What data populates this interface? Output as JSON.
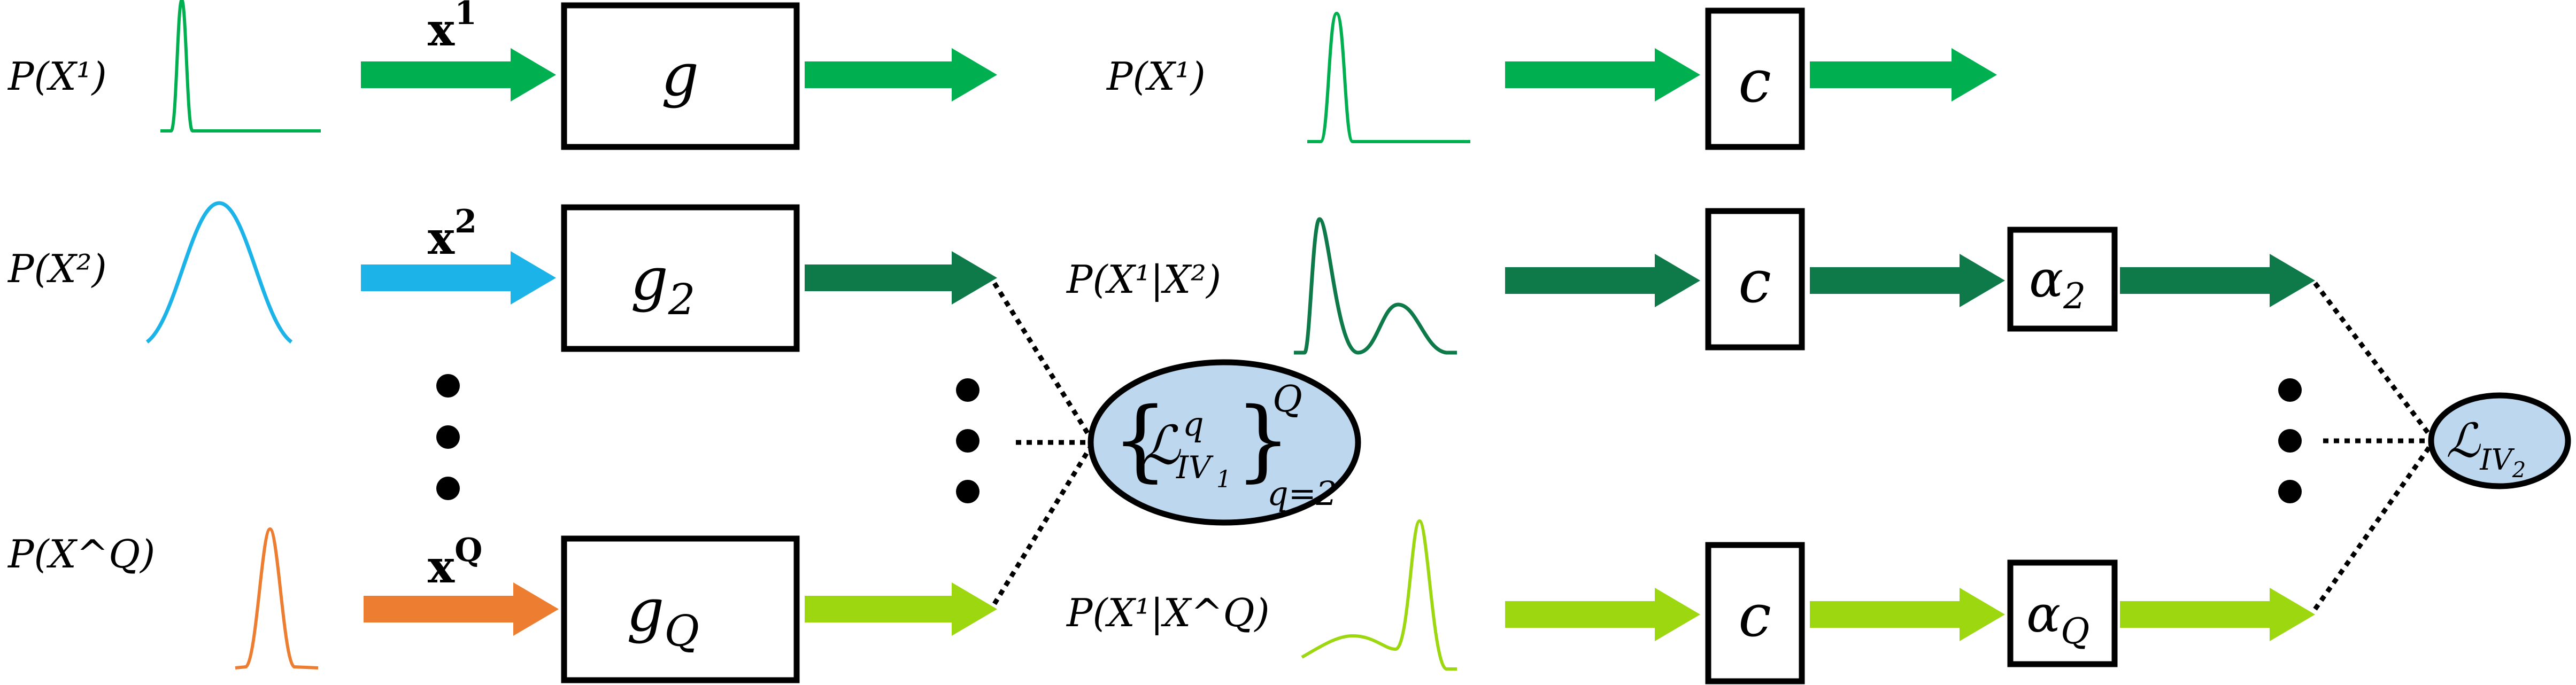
{
  "colors": {
    "view1": "#00b050",
    "view2_input": "#1cb3e8",
    "viewQ_input": "#ed7d31",
    "dark_green": "#0e7a4a",
    "light_green": "#9cd70f",
    "ellipse_fill": "#bdd7ee",
    "box_stroke": "#000000"
  },
  "left_column": {
    "row1": {
      "distribution": "P(X¹)",
      "view_label": "x",
      "view_sup": "1",
      "encoder": "g"
    },
    "row2": {
      "distribution": "P(X²)",
      "view_label": "x",
      "view_sup": "2",
      "encoder": "g",
      "encoder_sub": "2"
    },
    "rowQ": {
      "distribution": "P(X^Q)",
      "view_label": "x",
      "view_sup": "Q",
      "encoder": "g",
      "encoder_sub": "Q"
    }
  },
  "middle_column": {
    "row1": {
      "distribution": "P(X¹)"
    },
    "row2": {
      "distribution": "P(X¹|X²)"
    },
    "rowQ": {
      "distribution": "P(X¹|X^Q)"
    }
  },
  "loss1": {
    "symbol": "ℒ",
    "sup": "q",
    "sub": "IV",
    "sub2": "1",
    "outer_sup": "Q",
    "outer_sub": "q=2"
  },
  "classifier": {
    "label": "c"
  },
  "weights": {
    "row2": {
      "symbol": "α",
      "sub": "2"
    },
    "rowQ": {
      "symbol": "α",
      "sub": "Q"
    }
  },
  "loss2": {
    "symbol": "ℒ",
    "sub": "IV",
    "sub2": "2"
  }
}
